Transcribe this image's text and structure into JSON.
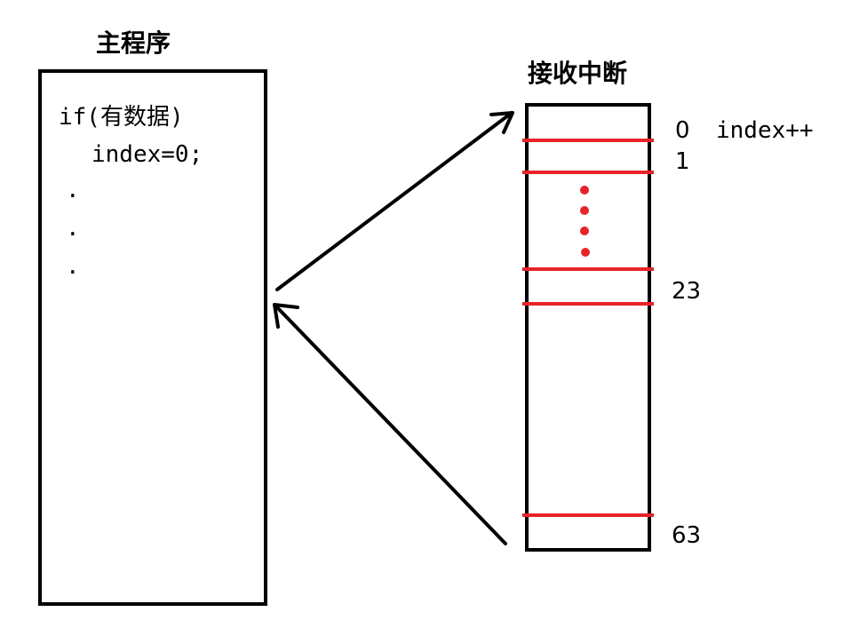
{
  "main_program": {
    "title": "主程序",
    "code_lines": [
      "if(有数据)",
      "index=0;"
    ],
    "ellipsis": [
      ".",
      ".",
      "."
    ]
  },
  "interrupt": {
    "title": "接收中断",
    "labels": {
      "slot_0": "0",
      "slot_0_note": "index++",
      "slot_1": "1",
      "slot_23": "23",
      "slot_63": "63"
    }
  },
  "colors": {
    "stroke": "#000000",
    "slot_line": "#e8232a",
    "dots": "#e8232a"
  }
}
